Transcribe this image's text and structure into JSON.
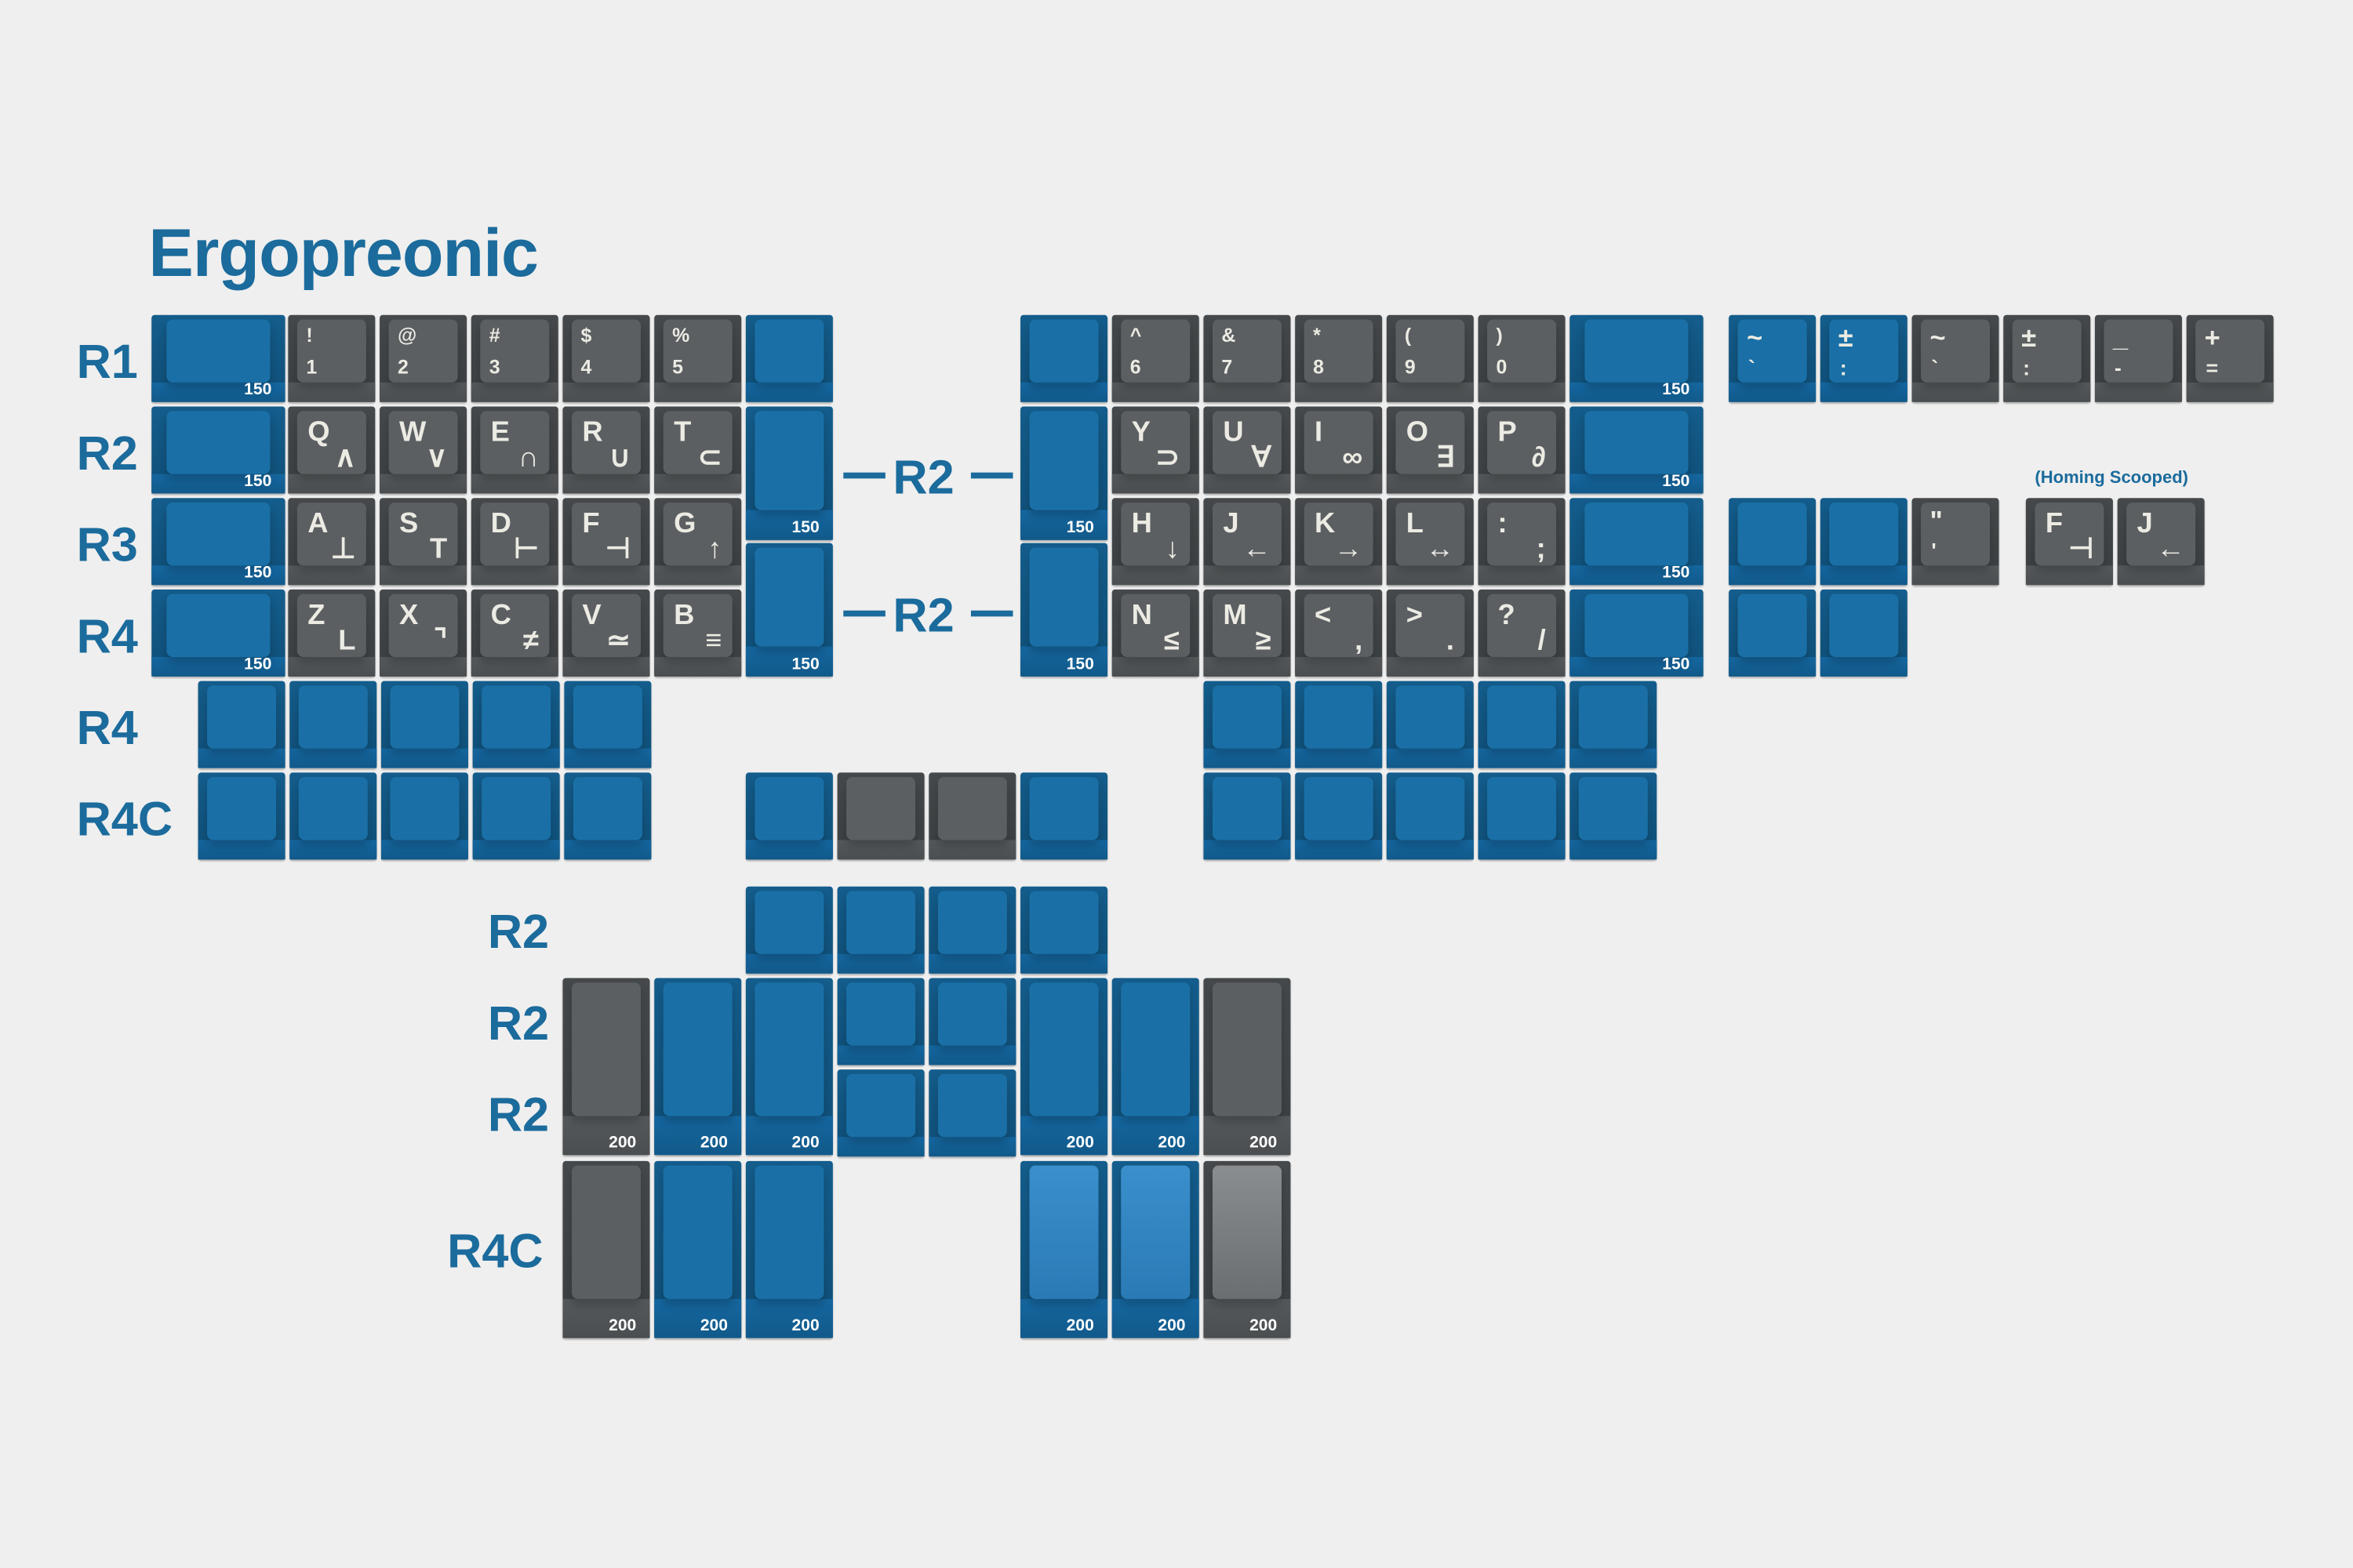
{
  "title": "Ergopreonic",
  "note": "(Homing Scooped)",
  "row_labels": [
    "R1",
    "R2",
    "R3",
    "R4",
    "R4",
    "R4C",
    "R2",
    "R2",
    "R2",
    "R2",
    "R2",
    "R4C"
  ],
  "colors": {
    "blue": "#1a70a6",
    "gray": "#5b5f62",
    "label": "#1b6b9c",
    "background": "#efefef"
  },
  "keys": [
    {
      "c": "blue",
      "t": "",
      "b": "",
      "s": "150"
    },
    {
      "c": "gray",
      "t": "!",
      "b": "1",
      "s": ""
    },
    {
      "c": "gray",
      "t": "@",
      "b": "2",
      "s": ""
    },
    {
      "c": "gray",
      "t": "#",
      "b": "3",
      "s": ""
    },
    {
      "c": "gray",
      "t": "$",
      "b": "4",
      "s": ""
    },
    {
      "c": "gray",
      "t": "%",
      "b": "5",
      "s": ""
    },
    {
      "c": "blue",
      "t": "",
      "b": "",
      "s": ""
    },
    {
      "c": "blue",
      "t": "",
      "b": "",
      "s": "150"
    },
    {
      "c": "gray",
      "t": "Q",
      "b": "∧",
      "s": ""
    },
    {
      "c": "gray",
      "t": "W",
      "b": "∨",
      "s": ""
    },
    {
      "c": "gray",
      "t": "E",
      "b": "∩",
      "s": ""
    },
    {
      "c": "gray",
      "t": "R",
      "b": "∪",
      "s": ""
    },
    {
      "c": "gray",
      "t": "T",
      "b": "⊂",
      "s": ""
    },
    {
      "c": "blue",
      "t": "",
      "b": "",
      "s": "150"
    },
    {
      "c": "blue",
      "t": "",
      "b": "",
      "s": "150"
    },
    {
      "c": "blue",
      "t": "",
      "b": "",
      "s": "150"
    },
    {
      "c": "gray",
      "t": "A",
      "b": "⊥",
      "s": ""
    },
    {
      "c": "gray",
      "t": "S",
      "b": "T",
      "s": ""
    },
    {
      "c": "gray",
      "t": "D",
      "b": "⊢",
      "s": ""
    },
    {
      "c": "gray",
      "t": "F",
      "b": "⊣",
      "s": ""
    },
    {
      "c": "gray",
      "t": "G",
      "b": "↑",
      "s": ""
    },
    {
      "c": "blue",
      "t": "",
      "b": "",
      "s": "150"
    },
    {
      "c": "gray",
      "t": "Z",
      "b": "L",
      "s": ""
    },
    {
      "c": "gray",
      "t": "X",
      "b": "⌝",
      "s": ""
    },
    {
      "c": "gray",
      "t": "C",
      "b": "≠",
      "s": ""
    },
    {
      "c": "gray",
      "t": "V",
      "b": "≃",
      "s": ""
    },
    {
      "c": "gray",
      "t": "B",
      "b": "≡",
      "s": ""
    },
    {
      "c": "blue",
      "t": "",
      "b": "",
      "s": ""
    },
    {
      "c": "blue",
      "t": "",
      "b": "",
      "s": ""
    },
    {
      "c": "blue",
      "t": "",
      "b": "",
      "s": ""
    },
    {
      "c": "blue",
      "t": "",
      "b": "",
      "s": ""
    },
    {
      "c": "blue",
      "t": "",
      "b": "",
      "s": ""
    },
    {
      "c": "blue",
      "t": "",
      "b": "",
      "s": ""
    },
    {
      "c": "blue",
      "t": "",
      "b": "",
      "s": ""
    },
    {
      "c": "blue",
      "t": "",
      "b": "",
      "s": ""
    },
    {
      "c": "blue",
      "t": "",
      "b": "",
      "s": ""
    },
    {
      "c": "blue",
      "t": "",
      "b": "",
      "s": ""
    },
    {
      "c": "blue",
      "t": "",
      "b": "",
      "s": ""
    },
    {
      "c": "gray",
      "t": "",
      "b": "",
      "s": ""
    },
    {
      "c": "gray",
      "t": "",
      "b": "",
      "s": ""
    },
    {
      "c": "blue",
      "t": "",
      "b": "",
      "s": ""
    },
    {
      "c": "blue",
      "t": "",
      "b": "",
      "s": ""
    },
    {
      "c": "gray",
      "t": "^",
      "b": "6",
      "s": ""
    },
    {
      "c": "gray",
      "t": "&",
      "b": "7",
      "s": ""
    },
    {
      "c": "gray",
      "t": "*",
      "b": "8",
      "s": ""
    },
    {
      "c": "gray",
      "t": "(",
      "b": "9",
      "s": ""
    },
    {
      "c": "gray",
      "t": ")",
      "b": "0",
      "s": ""
    },
    {
      "c": "blue",
      "t": "",
      "b": "",
      "s": "150"
    },
    {
      "c": "blue",
      "t": "",
      "b": "",
      "s": "150"
    },
    {
      "c": "gray",
      "t": "Y",
      "b": "⊃",
      "s": ""
    },
    {
      "c": "gray",
      "t": "U",
      "b": "∀",
      "s": ""
    },
    {
      "c": "gray",
      "t": "I",
      "b": "∞",
      "s": ""
    },
    {
      "c": "gray",
      "t": "O",
      "b": "∃",
      "s": ""
    },
    {
      "c": "gray",
      "t": "P",
      "b": "∂",
      "s": ""
    },
    {
      "c": "blue",
      "t": "",
      "b": "",
      "s": "150"
    },
    {
      "c": "blue",
      "t": "",
      "b": "",
      "s": "150"
    },
    {
      "c": "gray",
      "t": "H",
      "b": "↓",
      "s": ""
    },
    {
      "c": "gray",
      "t": "J",
      "b": "←",
      "s": ""
    },
    {
      "c": "gray",
      "t": "K",
      "b": "→",
      "s": ""
    },
    {
      "c": "gray",
      "t": "L",
      "b": "↔",
      "s": ""
    },
    {
      "c": "gray",
      "t": ":",
      "b": ";",
      "s": ""
    },
    {
      "c": "blue",
      "t": "",
      "b": "",
      "s": "150"
    },
    {
      "c": "gray",
      "t": "N",
      "b": "≤",
      "s": ""
    },
    {
      "c": "gray",
      "t": "M",
      "b": "≥",
      "s": ""
    },
    {
      "c": "gray",
      "t": "<",
      "b": ",",
      "s": ""
    },
    {
      "c": "gray",
      "t": ">",
      "b": ".",
      "s": ""
    },
    {
      "c": "gray",
      "t": "?",
      "b": "/",
      "s": ""
    },
    {
      "c": "blue",
      "t": "",
      "b": "",
      "s": "150"
    },
    {
      "c": "blue",
      "t": "",
      "b": "",
      "s": ""
    },
    {
      "c": "blue",
      "t": "",
      "b": "",
      "s": ""
    },
    {
      "c": "blue",
      "t": "",
      "b": "",
      "s": ""
    },
    {
      "c": "blue",
      "t": "",
      "b": "",
      "s": ""
    },
    {
      "c": "blue",
      "t": "",
      "b": "",
      "s": ""
    },
    {
      "c": "blue",
      "t": "",
      "b": "",
      "s": ""
    },
    {
      "c": "blue",
      "t": "",
      "b": "",
      "s": ""
    },
    {
      "c": "blue",
      "t": "",
      "b": "",
      "s": ""
    },
    {
      "c": "blue",
      "t": "",
      "b": "",
      "s": ""
    },
    {
      "c": "blue",
      "t": "",
      "b": "",
      "s": ""
    },
    {
      "c": "blue",
      "t": "~",
      "b": "`",
      "s": ""
    },
    {
      "c": "blue",
      "t": "±",
      "b": ":",
      "s": ""
    },
    {
      "c": "gray",
      "t": "~",
      "b": "`",
      "s": ""
    },
    {
      "c": "gray",
      "t": "±",
      "b": ":",
      "s": ""
    },
    {
      "c": "gray",
      "t": "_",
      "b": "-",
      "s": ""
    },
    {
      "c": "gray",
      "t": "+",
      "b": "=",
      "s": ""
    },
    {
      "c": "blue",
      "t": "",
      "b": "",
      "s": ""
    },
    {
      "c": "blue",
      "t": "",
      "b": "",
      "s": ""
    },
    {
      "c": "gray",
      "t": "\"",
      "b": "'",
      "s": ""
    },
    {
      "c": "gray",
      "t": "F",
      "b": "⊣",
      "s": ""
    },
    {
      "c": "gray",
      "t": "J",
      "b": "←",
      "s": ""
    },
    {
      "c": "blue",
      "t": "",
      "b": "",
      "s": ""
    },
    {
      "c": "blue",
      "t": "",
      "b": "",
      "s": ""
    },
    {
      "c": "blue",
      "t": "",
      "b": "",
      "s": ""
    },
    {
      "c": "blue",
      "t": "",
      "b": "",
      "s": ""
    },
    {
      "c": "blue",
      "t": "",
      "b": "",
      "s": ""
    },
    {
      "c": "blue",
      "t": "",
      "b": "",
      "s": ""
    },
    {
      "c": "gray",
      "t": "",
      "b": "",
      "s": "200"
    },
    {
      "c": "blue",
      "t": "",
      "b": "",
      "s": "200"
    },
    {
      "c": "blue",
      "t": "",
      "b": "",
      "s": "200"
    },
    {
      "c": "blue",
      "t": "",
      "b": "",
      "s": ""
    },
    {
      "c": "blue",
      "t": "",
      "b": "",
      "s": ""
    },
    {
      "c": "blue",
      "t": "",
      "b": "",
      "s": "200"
    },
    {
      "c": "blue",
      "t": "",
      "b": "",
      "s": "200"
    },
    {
      "c": "gray",
      "t": "",
      "b": "",
      "s": "200"
    },
    {
      "c": "blue",
      "t": "",
      "b": "",
      "s": ""
    },
    {
      "c": "blue",
      "t": "",
      "b": "",
      "s": ""
    },
    {
      "c": "gray",
      "t": "",
      "b": "",
      "s": "200"
    },
    {
      "c": "blue",
      "t": "",
      "b": "",
      "s": "200"
    },
    {
      "c": "blue",
      "t": "",
      "b": "",
      "s": "200"
    },
    {
      "c": "blue",
      "t": "",
      "b": "",
      "s": "200"
    },
    {
      "c": "blue",
      "t": "",
      "b": "",
      "s": "200"
    },
    {
      "c": "gray",
      "t": "",
      "b": "",
      "s": "200"
    }
  ]
}
